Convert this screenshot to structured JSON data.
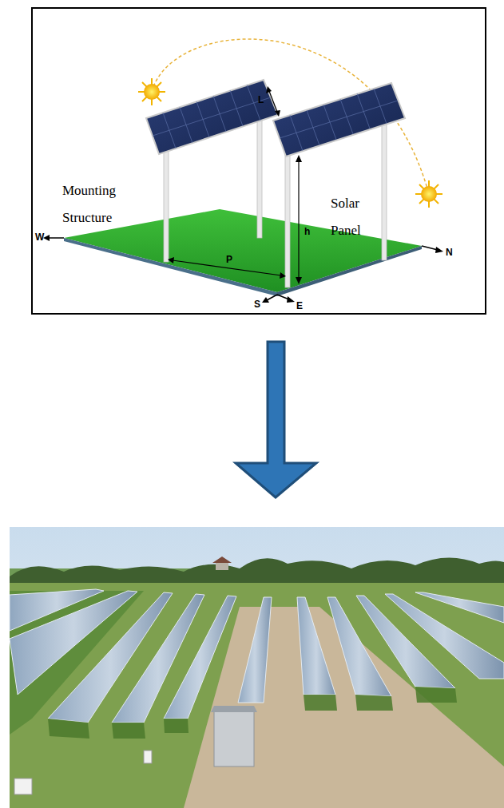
{
  "diagram": {
    "labels": [
      "Mounting Structure",
      "Solar Panel",
      "L",
      "h",
      "P",
      "W",
      "N",
      "S",
      "E"
    ]
  }
}
